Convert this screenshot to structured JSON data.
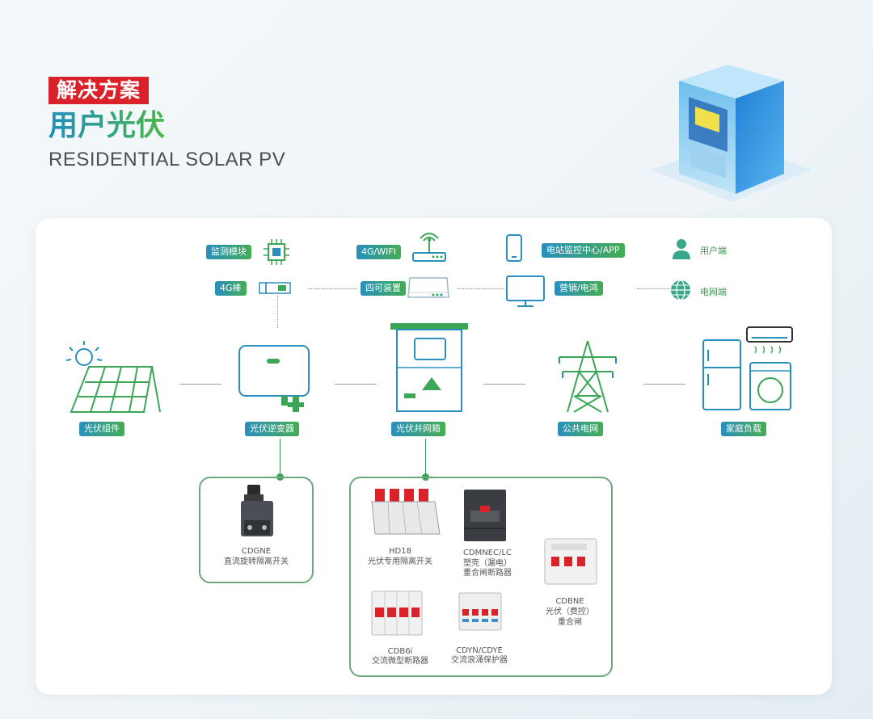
{
  "header": {
    "tag": "解决方案",
    "title_cn": "用户光伏",
    "title_en": "RESIDENTIAL SOLAR PV"
  },
  "comm": {
    "monitor_module": "监测模块",
    "stick_4g": "4G棒",
    "wifi_4g": "4G/WIFI",
    "siko_device": "四可装置",
    "station_center": "电站监控中心/APP",
    "marketing": "营销/电鸿",
    "user_end": "用户端",
    "grid_end": "电网端"
  },
  "main": {
    "pv_module": "光伏组件",
    "inverter": "光伏逆变器",
    "combiner": "光伏并网箱",
    "public_grid": "公共电网",
    "home_load": "家庭负载"
  },
  "products": {
    "cdgne_model": "CDGNE",
    "cdgne_desc": "直流旋转隔离开关",
    "hd18_model": "HD18",
    "hd18_desc": "光伏专用隔离开关",
    "cdmnec_model": "CDMNEC/LC",
    "cdmnec_desc1": "塑壳（漏电）",
    "cdmnec_desc2": "重合闸断路器",
    "cdbne_model": "CDBNE",
    "cdbne_desc1": "光伏（费控）",
    "cdbne_desc2": "重合闸",
    "cdb6i_model": "CDB6i",
    "cdb6i_desc": "交流微型断路器",
    "cdyn_model": "CDYN/CDYE",
    "cdyn_desc": "交流浪涌保护器"
  },
  "colors": {
    "green": "#3aa656",
    "blue": "#2a8fbd",
    "red": "#d9222a"
  }
}
